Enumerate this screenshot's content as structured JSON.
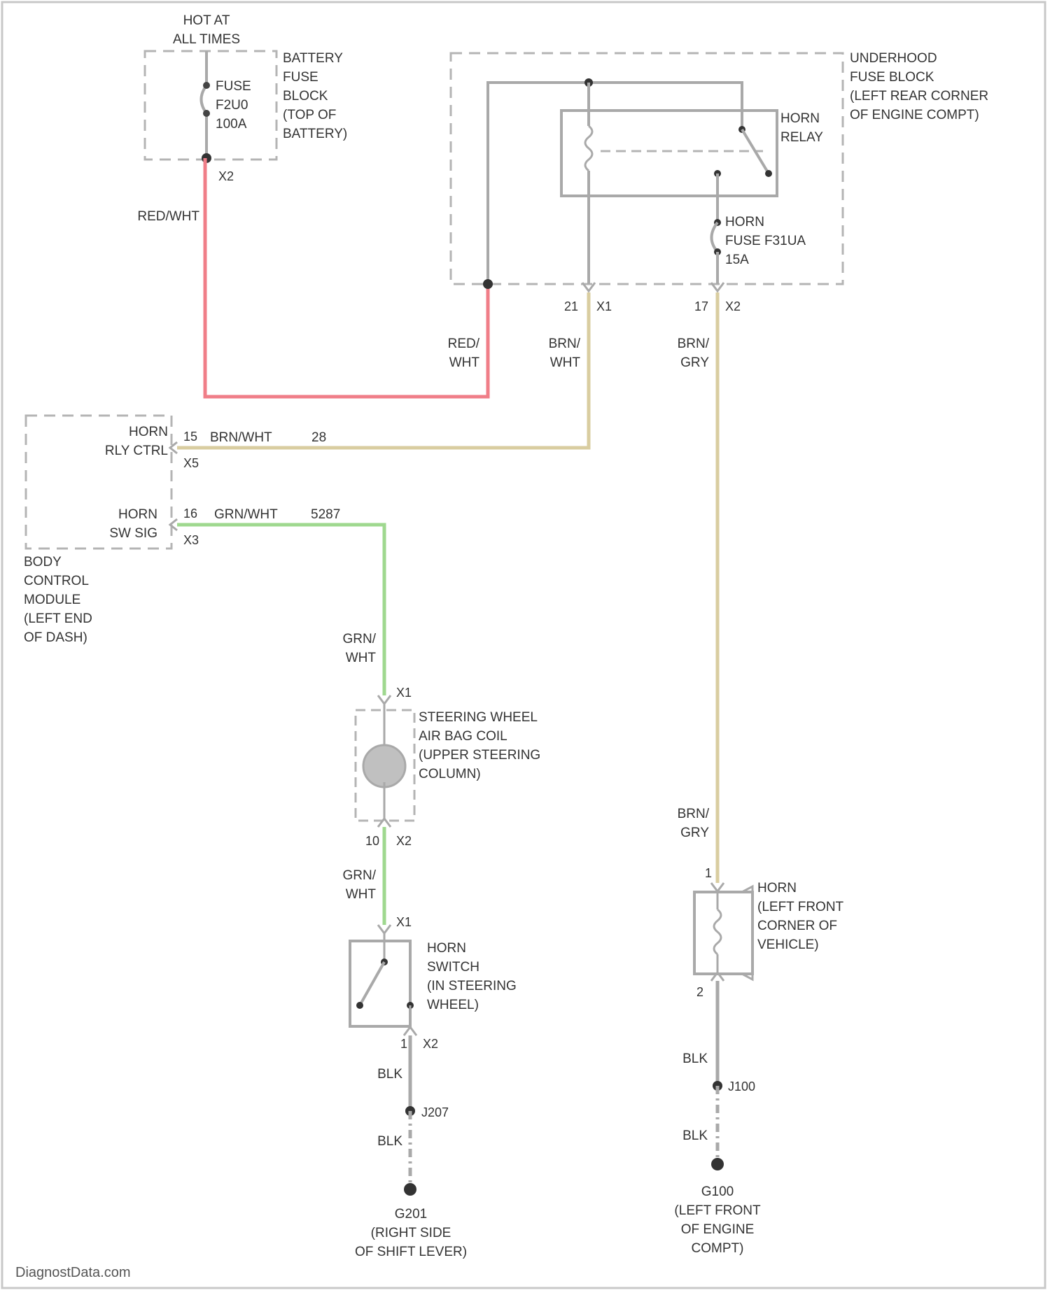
{
  "battery_block": {
    "hot_label": "HOT AT\nALL TIMES",
    "fuse_label": "FUSE\nF2U0\n100A",
    "name": "BATTERY\nFUSE\nBLOCK\n(TOP OF\nBATTERY)",
    "connector": "X2"
  },
  "underhood_block": {
    "name": "UNDERHOOD\nFUSE BLOCK\n(LEFT REAR CORNER\nOF ENGINE COMPT)",
    "relay_label": "HORN\nRELAY",
    "fuse_label": "HORN\nFUSE F31UA\n15A",
    "pin_21": "21",
    "connector_x1": "X1",
    "pin_17": "17",
    "connector_x2": "X2"
  },
  "wires": {
    "red_white_top": "RED/WHT",
    "red_white_stack": "RED/\nWHT",
    "brn_wht_stack": "BRN/\nWHT",
    "brn_gry_top": "BRN/\nGRY",
    "brn_gry_lower": "BRN/\nGRY",
    "bcm_line1": "BRN/WHT",
    "bcm_circuit1": "28",
    "bcm_line2": "GRN/WHT",
    "bcm_circuit2": "5287",
    "grn_wht_upper": "GRN/\nWHT",
    "grn_wht_lower": "GRN/\nWHT",
    "blk_1": "BLK",
    "blk_2": "BLK",
    "blk_3": "BLK",
    "blk_4": "BLK"
  },
  "bcm": {
    "pin1_label": "HORN\nRLY CTRL",
    "pin1_num": "15",
    "pin1_conn": "X5",
    "pin2_label": "HORN\nSW SIG",
    "pin2_num": "16",
    "pin2_conn": "X3",
    "name": "BODY\nCONTROL\nMODULE\n(LEFT END\nOF DASH)"
  },
  "coil": {
    "top_conn": "X1",
    "name": "STEERING WHEEL\nAIR BAG COIL\n(UPPER STEERING\nCOLUMN)",
    "bottom_pin": "10",
    "bottom_conn": "X2"
  },
  "horn_switch": {
    "top_conn": "X1",
    "name": "HORN\nSWITCH\n(IN STEERING\nWHEEL)",
    "bottom_pin": "1",
    "bottom_conn": "X2"
  },
  "horn": {
    "pin_top": "1",
    "name": "HORN\n(LEFT FRONT\nCORNER OF\nVEHICLE)",
    "pin_bottom": "2"
  },
  "splices": {
    "left": "J207",
    "right": "J100"
  },
  "grounds": {
    "left": "G201\n(RIGHT SIDE\nOF SHIFT LEVER)",
    "right": "G100\n(LEFT FRONT\nOF ENGINE\nCOMPT)"
  },
  "watermark": "DiagnostData.com",
  "colors": {
    "red_wire": "#f07e88",
    "tan_wire": "#d9cda0",
    "green_wire": "#9fd88f",
    "gray_wire": "#a9a9a9",
    "box": "#b4b4b4",
    "frame": "#c8c8c8"
  }
}
